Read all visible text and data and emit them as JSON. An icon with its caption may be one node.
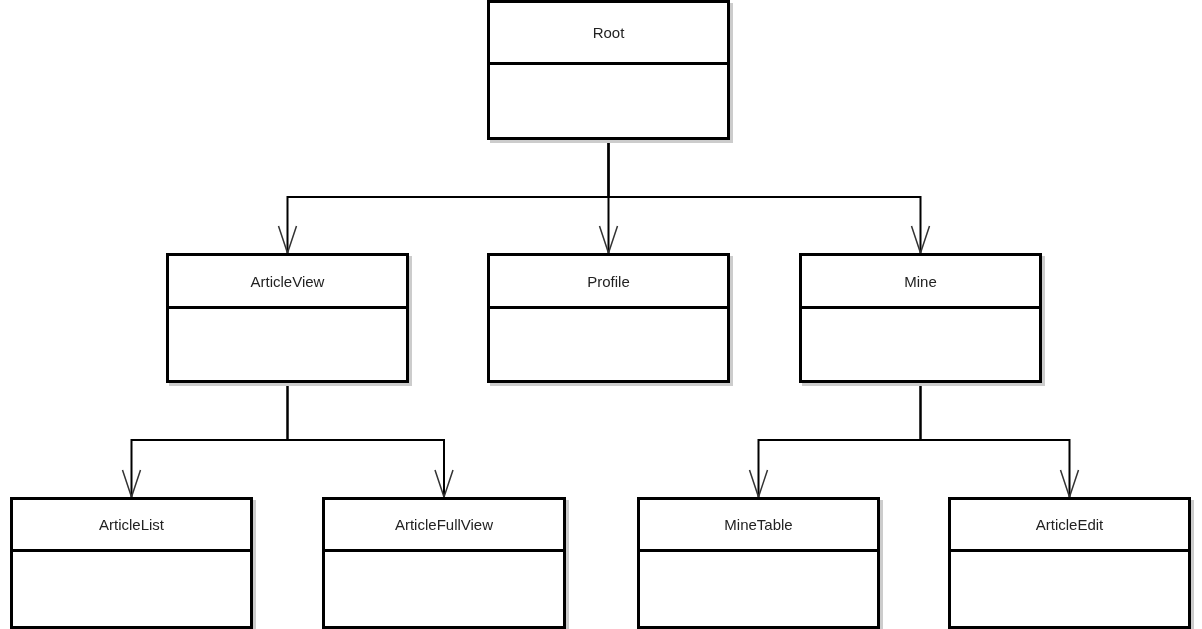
{
  "diagram": {
    "nodes": [
      {
        "text": [
          "Root"
        ]
      },
      {
        "text": [
          "ArticleView"
        ]
      },
      {
        "text": [
          "Profile"
        ]
      },
      {
        "text": [
          "Mine"
        ]
      },
      {
        "text": [
          "ArticleList"
        ]
      },
      {
        "text": [
          "ArticleFullView"
        ]
      },
      {
        "text": [
          "MineTable"
        ]
      },
      {
        "text": [
          "ArticleEdit"
        ]
      }
    ],
    "edges": [
      {
        "from": 0,
        "to": 1,
        "arrow": "to"
      },
      {
        "from": 0,
        "to": 2,
        "arrow": "to"
      },
      {
        "from": 0,
        "to": 3,
        "arrow": "to"
      },
      {
        "from": 1,
        "to": 4,
        "arrow": "to"
      },
      {
        "from": 1,
        "to": 5,
        "arrow": "to"
      },
      {
        "from": 3,
        "to": 6,
        "arrow": "to"
      },
      {
        "from": 3,
        "to": 7,
        "arrow": "to"
      }
    ]
  }
}
